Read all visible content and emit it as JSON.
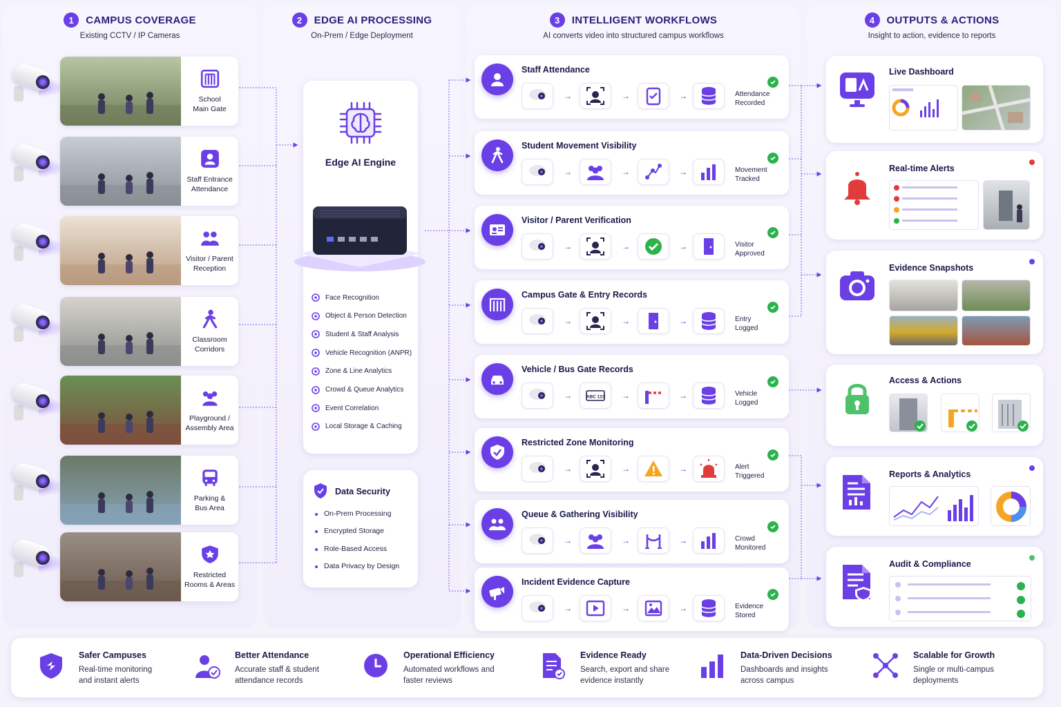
{
  "columns": [
    {
      "number": "1",
      "title": "CAMPUS COVERAGE",
      "subtitle": "Existing CCTV / IP Cameras"
    },
    {
      "number": "2",
      "title": "EDGE AI PROCESSING",
      "subtitle": "On-Prem / Edge Deployment"
    },
    {
      "number": "3",
      "title": "INTELLIGENT WORKFLOWS",
      "subtitle": "AI converts video into structured campus workflows"
    },
    {
      "number": "4",
      "title": "OUTPUTS & ACTIONS",
      "subtitle": "Insight to action, evidence to reports"
    }
  ],
  "locations": [
    {
      "line1": "School",
      "line2": "Main Gate",
      "icon": "gate-icon"
    },
    {
      "line1": "Staff Entrance",
      "line2": "Attendance",
      "icon": "staff-id-icon"
    },
    {
      "line1": "Visitor / Parent",
      "line2": "Reception",
      "icon": "people-icon"
    },
    {
      "line1": "Classroom",
      "line2": "Corridors",
      "icon": "walking-icon"
    },
    {
      "line1": "Playground /",
      "line2": "Assembly Area",
      "icon": "group-icon"
    },
    {
      "line1": "Parking &",
      "line2": "Bus Area",
      "icon": "bus-icon"
    },
    {
      "line1": "Restricted",
      "line2": "Rooms & Areas",
      "icon": "shield-icon"
    }
  ],
  "engine": {
    "title": "Edge AI Engine",
    "features": [
      "Face Recognition",
      "Object & Person Detection",
      "Student & Staff Analysis",
      "Vehicle Recognition (ANPR)",
      "Zone & Line Analytics",
      "Crowd & Queue Analytics",
      "Event Correlation",
      "Local Storage & Caching"
    ]
  },
  "security": {
    "title": "Data Security",
    "items": [
      "On-Prem Processing",
      "Encrypted Storage",
      "Role-Based Access",
      "Data Privacy by Design"
    ]
  },
  "workflows": [
    {
      "title": "Staff Attendance",
      "status1": "Attendance",
      "status2": "Recorded"
    },
    {
      "title": "Student Movement Visibility",
      "status1": "Movement",
      "status2": "Tracked"
    },
    {
      "title": "Visitor / Parent Verification",
      "status1": "Visitor",
      "status2": "Approved"
    },
    {
      "title": "Campus Gate & Entry Records",
      "status1": "Entry",
      "status2": "Logged"
    },
    {
      "title": "Vehicle / Bus Gate Records",
      "status1": "Vehicle",
      "status2": "Logged"
    },
    {
      "title": "Restricted Zone Monitoring",
      "status1": "Alert",
      "status2": "Triggered"
    },
    {
      "title": "Queue & Gathering Visibility",
      "status1": "Crowd",
      "status2": "Monitored"
    },
    {
      "title": "Incident Evidence Capture",
      "status1": "Evidence",
      "status2": "Stored"
    }
  ],
  "plate_text": "ABC 123",
  "outputs": [
    {
      "title": "Live Dashboard",
      "icon": "dashboard-icon"
    },
    {
      "title": "Real-time Alerts",
      "icon": "bell-icon"
    },
    {
      "title": "Evidence Snapshots",
      "icon": "camera-icon"
    },
    {
      "title": "Access & Actions",
      "icon": "lock-icon"
    },
    {
      "title": "Reports & Analytics",
      "icon": "report-icon"
    },
    {
      "title": "Audit & Compliance",
      "icon": "audit-icon"
    }
  ],
  "benefits": [
    {
      "title": "Safer Campuses",
      "line1": "Real-time monitoring",
      "line2": "and instant alerts"
    },
    {
      "title": "Better Attendance",
      "line1": "Accurate staff & student",
      "line2": "attendance records"
    },
    {
      "title": "Operational Efficiency",
      "line1": "Automated workflows and",
      "line2": "faster reviews"
    },
    {
      "title": "Evidence Ready",
      "line1": "Search, export and share",
      "line2": "evidence instantly"
    },
    {
      "title": "Data-Driven Decisions",
      "line1": "Dashboards and insights",
      "line2": "across campus"
    },
    {
      "title": "Scalable for Growth",
      "line1": "Single or multi-campus",
      "line2": "deployments"
    }
  ],
  "colors": {
    "accent": "#6a3fe6",
    "success": "#2bb24c",
    "alert": "#e23b3b",
    "background": "#f4f2fb"
  }
}
